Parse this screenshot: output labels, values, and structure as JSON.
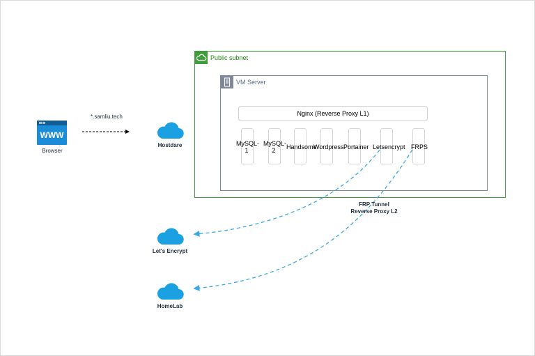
{
  "browser": {
    "icon_text": "WWW",
    "label": "Browser"
  },
  "request_edge": {
    "label": "*.samliu.tech"
  },
  "hostdare": {
    "label": "Hostdare",
    "icon": "cloud-icon"
  },
  "public_subnet": {
    "label": "Public subnet",
    "icon": "cloud-outline-icon",
    "border_color": "#3f9e3b"
  },
  "vm_server": {
    "label": "VM Server",
    "icon": "server-icon",
    "nginx": {
      "label": "Nginx (Reverse Proxy L1)"
    },
    "services": [
      {
        "label": "MySQL-1"
      },
      {
        "label": "MySQL-2"
      },
      {
        "label": "Handsome"
      },
      {
        "label": "Wordpress"
      },
      {
        "label": "Portainer"
      },
      {
        "label": "Letsencrypt"
      },
      {
        "label": "FRPS"
      }
    ]
  },
  "frp_tunnel": {
    "line1": "FRP Tunnel",
    "line2": "Reverse Proxy L2"
  },
  "lets_encrypt": {
    "label": "Let's Encrypt",
    "icon": "cloud-icon"
  },
  "homelab": {
    "label": "HomeLab",
    "icon": "cloud-icon"
  },
  "colors": {
    "cloud": "#1ba1e2",
    "edge": "#3aa7e6",
    "browser_icon": "#1a8cd8"
  }
}
